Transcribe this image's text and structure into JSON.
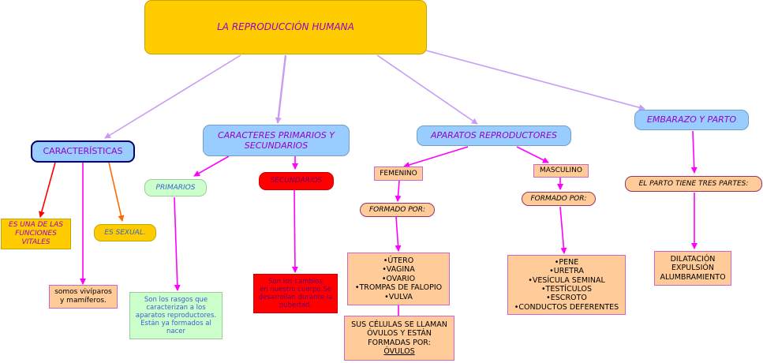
{
  "root": {
    "title": "LA REPRODUCCIÓN HUMANA"
  },
  "caracteristicas": {
    "title": "CARACTERÍSTICAS",
    "funciones": "ES UNA DE LAS\nFUNCIONES\nVITALES",
    "viviparos": "somos vivíparos\ny mamíferos.",
    "sexual": "ES SEXUAL."
  },
  "caracteres": {
    "title": "CARACTERES PRIMARIOS Y\nSECUNDARIOS",
    "primarios": "PRIMARIOS",
    "primarios_desc": "Son los rasgos que\ncaracterizan a los\naparatos reproductores.\nEstán ya formados al\nnacer",
    "secundarios": "SECUNDARIOS",
    "secundarios_desc": "Son los cambios\nen nuestro cuerpo.Se\ndesarrollan durante la\npubertad."
  },
  "aparatos": {
    "title": "APARATOS REPRODUCTORES",
    "femenino": "FEMENINO",
    "femenino_formado": "FORMADO POR:",
    "femenino_list": "•ÚTERO\n•VAGINA\n•OVARIO\n•TROMPAS DE FALOPIO\n•VULVA",
    "celulas": "SUS CÉLULAS SE LLAMAN\nÓVULOS Y ESTÁN\nFORMADAS POR:",
    "celulas_ovulos": "ÓVULOS",
    "masculino": "MASCULINO",
    "masculino_formado": "FORMADO POR:",
    "masculino_list": "•PENE\n•URETRA\n•VESÍCULA SEMINAL\n•TESTÍCULOS\n•ESCROTO\n•CONDUCTOS DEFERENTES"
  },
  "embarazo": {
    "title": "EMBARAZO Y PARTO",
    "tres_partes": "EL PARTO TIENE TRES PARTES:",
    "partes_list": "DILATACIÓN\nEXPULSIÓN\nALUMBRAMIENTO"
  },
  "colors": {
    "root_fill": "#ffcc00",
    "blue_fill": "#99ccff",
    "peach_fill": "#ffcc99",
    "green_fill": "#ccffcc",
    "red_fill": "#ff0000",
    "magenta_line": "#ff00ff",
    "lavender_line": "#cc99ff",
    "purple_text": "#9900cc"
  }
}
